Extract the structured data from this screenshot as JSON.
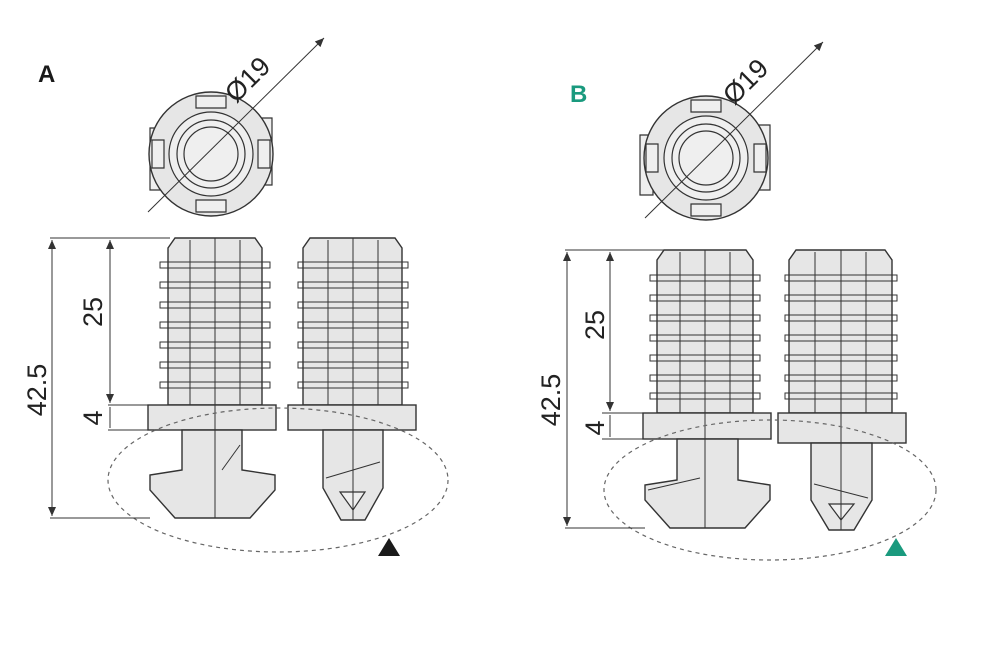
{
  "panels": [
    {
      "label": "A",
      "label_color": "#1a1a1a",
      "marker": "filled-triangle",
      "marker_color": "#1a1a1a",
      "dims": {
        "diameter": "Ø19",
        "total_height": "42.5",
        "body_height": "25",
        "flange": "4"
      }
    },
    {
      "label": "B",
      "label_color": "#1a9a7e",
      "marker": "filled-triangle",
      "marker_color": "#1a9a7e",
      "dims": {
        "diameter": "Ø19",
        "total_height": "42.5",
        "body_height": "25",
        "flange": "4"
      }
    }
  ]
}
